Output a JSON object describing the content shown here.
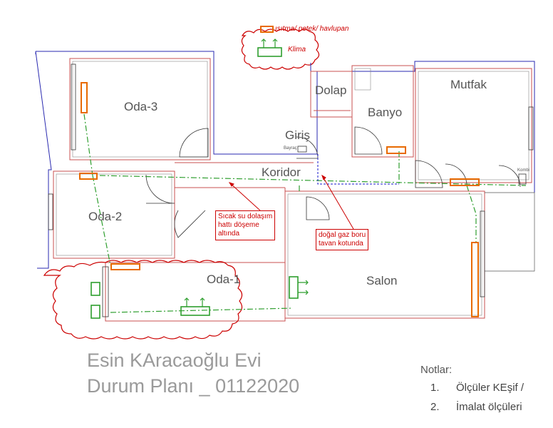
{
  "legend": {
    "heating_label": "ısıtma/ petek/ havlupan",
    "ac_label": "Klima"
  },
  "rooms": {
    "oda3": "Oda-3",
    "dolap": "Dolap",
    "mutfak": "Mutfak",
    "banyo": "Banyo",
    "giris": "Giriş",
    "koridor": "Koridor",
    "oda2": "Oda-2",
    "oda1": "Oda-1",
    "salon": "Salon"
  },
  "fixtures": {
    "bayrac": "Bayraç",
    "kombi": "Kombi"
  },
  "annotations": {
    "hot_water": [
      "Sıcak su dolaşım",
      "hattı döşeme",
      "altında"
    ],
    "gas": [
      "doğal gaz boru",
      "tavan kotunda"
    ]
  },
  "title": {
    "line1": "Esin KAracaoğlu Evi",
    "line2": "Durum Planı _ 01122020"
  },
  "notes": {
    "heading": "Notlar:",
    "items": [
      {
        "num": "1.",
        "text": "Ölçüler KEşif /"
      },
      {
        "num": "2.",
        "text": "İmalat ölçüleri"
      }
    ]
  },
  "colors": {
    "wall_outer": "#2a2ab0",
    "wall_inner": "#d04848",
    "pipe": "#2e9e2e",
    "heater": "#e86a00",
    "annotation": "#cc0000",
    "gas": "#1a1acc"
  }
}
